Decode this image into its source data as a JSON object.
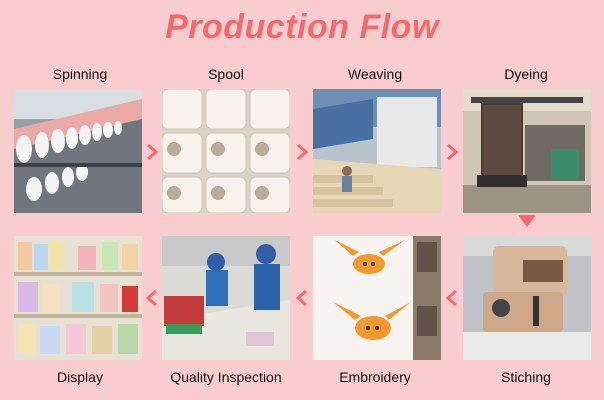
{
  "page": {
    "title": "Production Flow",
    "background": "#f9cccf",
    "accent": "#f26a6a"
  },
  "steps": [
    {
      "label": "Spinning",
      "icon": "spinning-machine-photo"
    },
    {
      "label": "Spool",
      "icon": "yarn-spools-photo"
    },
    {
      "label": "Weaving",
      "icon": "weaving-loom-photo"
    },
    {
      "label": "Dyeing",
      "icon": "dyeing-machine-photo"
    },
    {
      "label": "Stiching",
      "icon": "sewing-machine-photo"
    },
    {
      "label": "Embroidery",
      "icon": "embroidered-towel-photo"
    },
    {
      "label": "Quality Inspection",
      "icon": "inspection-workers-photo"
    },
    {
      "label": "Display",
      "icon": "display-shelf-photo"
    }
  ]
}
